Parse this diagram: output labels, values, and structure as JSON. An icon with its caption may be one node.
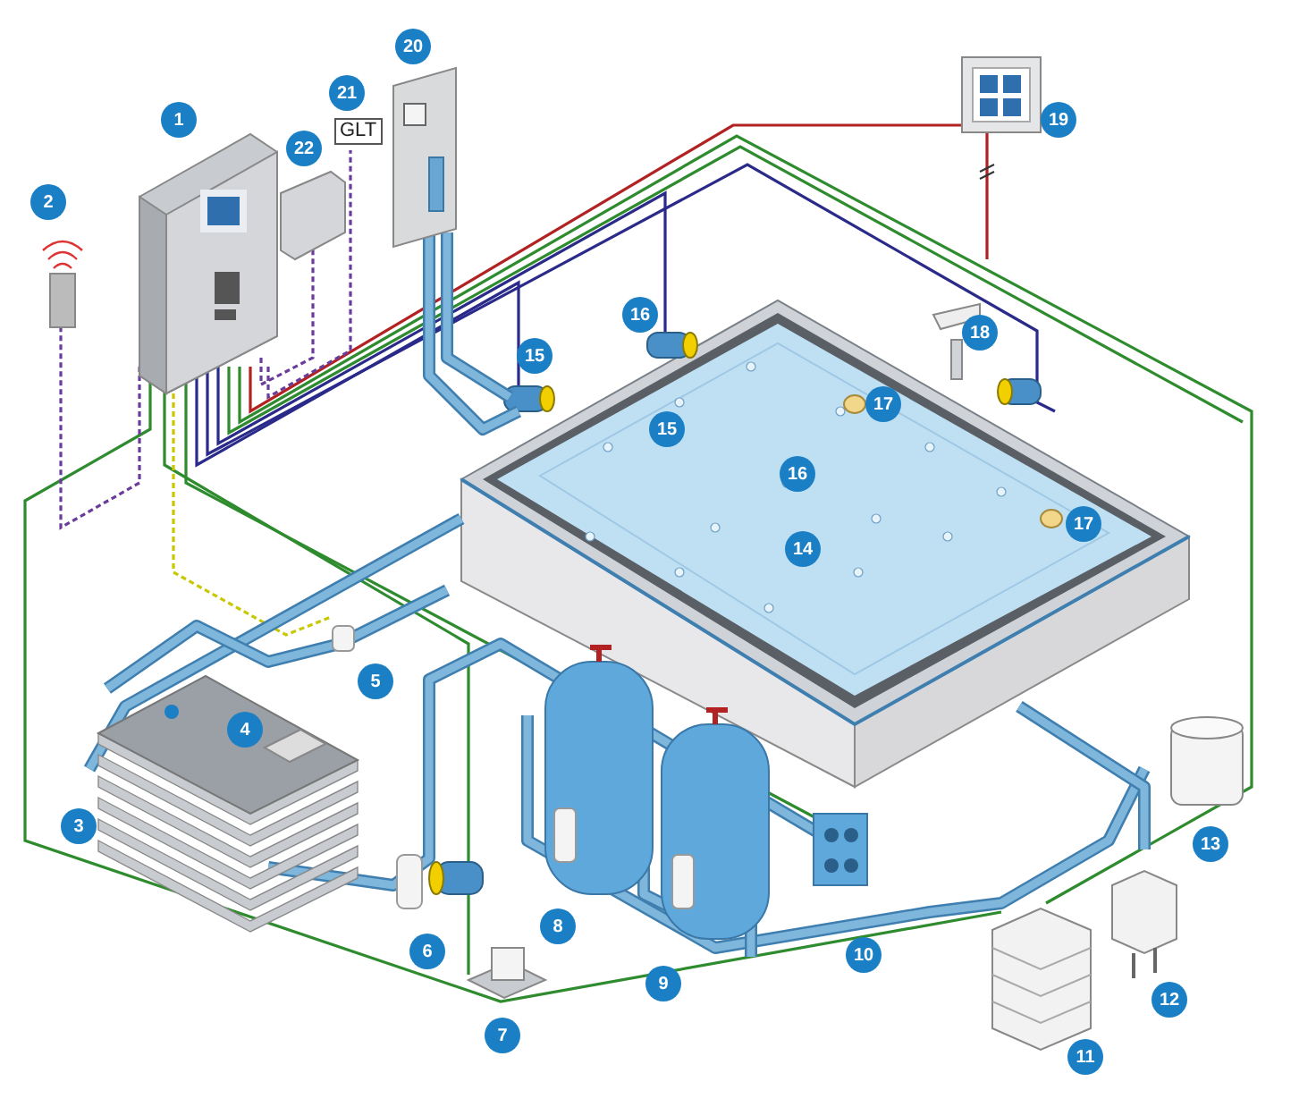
{
  "diagram": {
    "labels": [
      "20",
      "21",
      "1",
      "19",
      "GLT",
      "22",
      "2",
      "16",
      "18",
      "15",
      "17",
      "15",
      "16",
      "17",
      "14",
      "5",
      "4",
      "3",
      "13",
      "8",
      "6",
      "10",
      "9",
      "12",
      "7",
      "11"
    ]
  }
}
